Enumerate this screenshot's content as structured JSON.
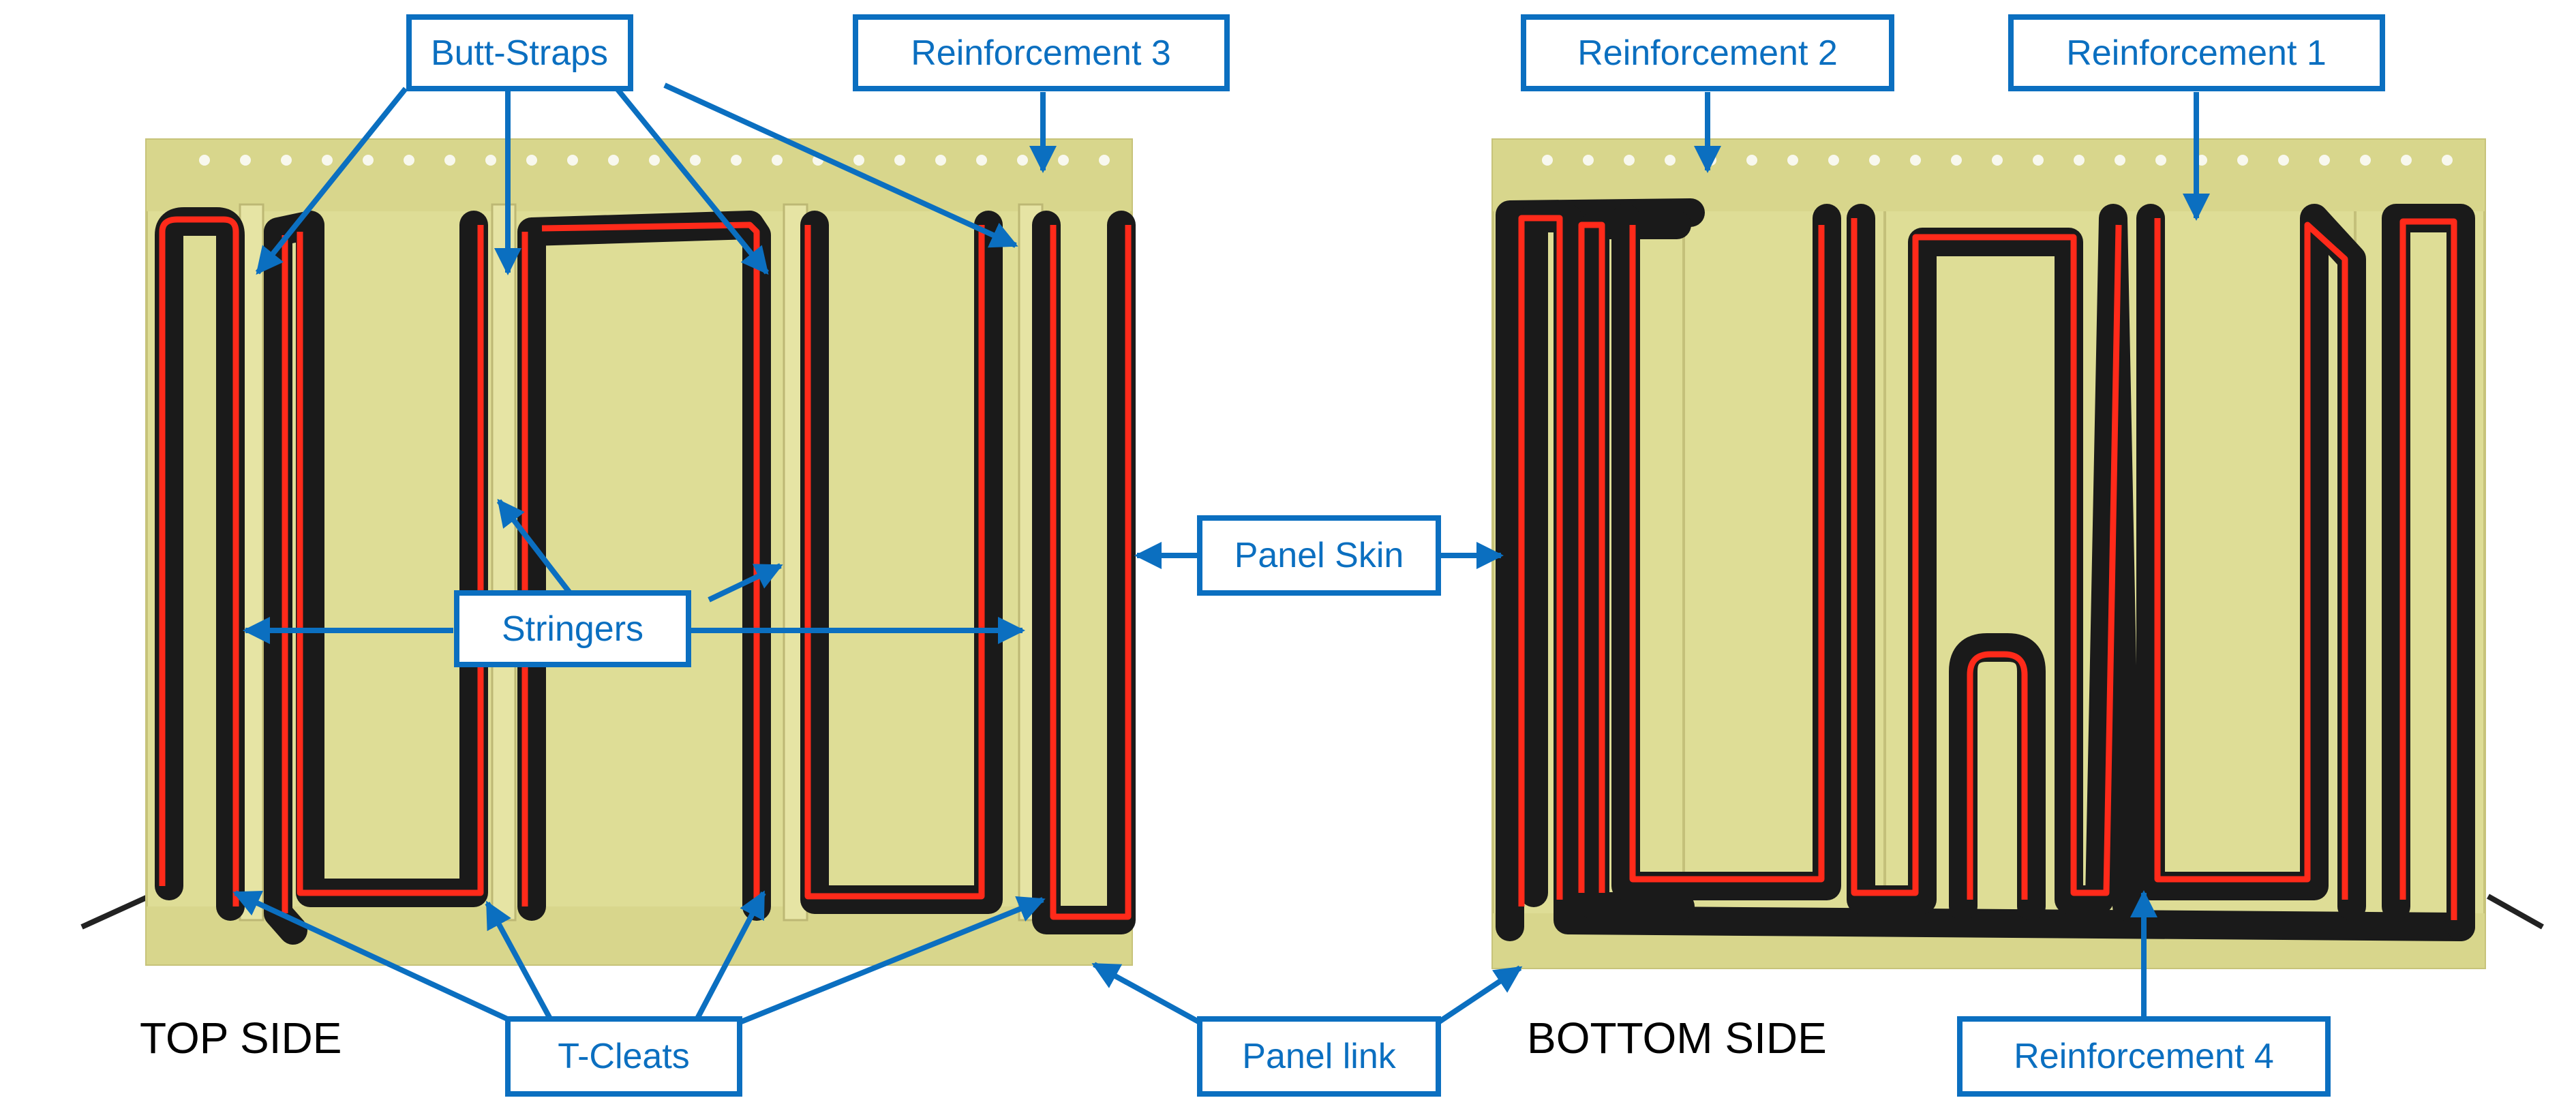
{
  "labels": {
    "butt_straps": "Butt-Straps",
    "reinforcement_1": "Reinforcement 1",
    "reinforcement_2": "Reinforcement 2",
    "reinforcement_3": "Reinforcement 3",
    "reinforcement_4": "Reinforcement 4",
    "stringers": "Stringers",
    "panel_skin": "Panel Skin",
    "t_cleats": "T-Cleats",
    "panel_link": "Panel link"
  },
  "sides": {
    "top": "TOP SIDE",
    "bottom": "BOTTOM SIDE"
  },
  "colors": {
    "panel": "#dedd96",
    "panel_edge": "#c7c37a",
    "bead": "#1a1a1a",
    "path": "#ff2a1a",
    "callout": "#0b6fc0"
  }
}
